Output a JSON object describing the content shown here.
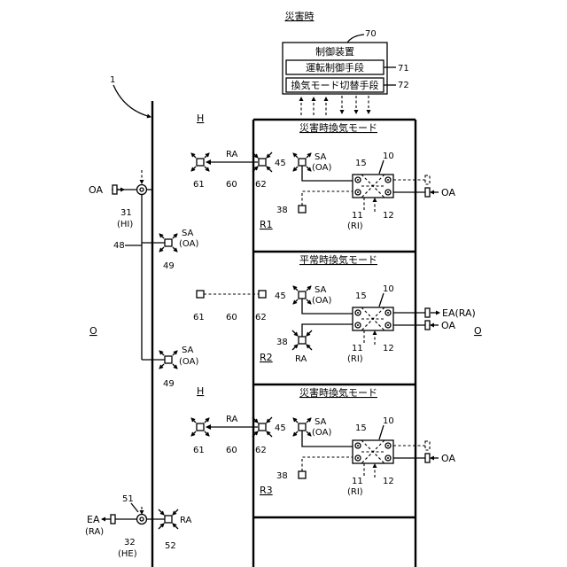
{
  "header": {
    "title": "災害時"
  },
  "control": {
    "title": "制御装置",
    "op_control": "運転制御手段",
    "vent_switch": "換気モード切替手段",
    "ref": "70",
    "ref_op": "71",
    "ref_vent": "72"
  },
  "labels": {
    "building": "1",
    "outdoor_left": "O",
    "outdoor_right": "O",
    "hallway_top": "H",
    "hallway_mid": "H",
    "oa_left": "OA",
    "intake_fan": "31",
    "intake_fan_sub": "(HI)",
    "duct_ref": "48",
    "sa_oa_1": "SA",
    "sa_oa_1_sub": "(OA)",
    "vent_49a": "49",
    "sa_oa_2": "SA",
    "sa_oa_2_sub": "(OA)",
    "vent_49b": "49",
    "ea_left": "EA",
    "ea_left_sub": "(RA)",
    "exhaust_fan": "32",
    "exhaust_fan_sub": "(HE)",
    "ref_51": "51",
    "ra_52": "RA",
    "ref_52": "52"
  },
  "rooms": [
    {
      "mode": "災害時換気モード",
      "name": "R1",
      "ra": "RA",
      "ref_61": "61",
      "ref_60": "60",
      "ref_62": "62",
      "ref_45": "45",
      "sa": "SA",
      "sa_sub": "(OA)",
      "ref_15": "15",
      "ref_10": "10",
      "ref_11": "11",
      "ref_11_sub": "(RI)",
      "ref_12": "12",
      "ref_38": "38",
      "oa_out": "OA"
    },
    {
      "mode": "平常時換気モード",
      "name": "R2",
      "ref_61": "61",
      "ref_60": "60",
      "ref_62": "62",
      "ref_45": "45",
      "sa": "SA",
      "sa_sub": "(OA)",
      "ref_15": "15",
      "ref_10": "10",
      "ref_11": "11",
      "ref_11_sub": "(RI)",
      "ref_12": "12",
      "ref_38": "38",
      "ra_38": "RA",
      "ea_out": "EA(RA)",
      "oa_out": "OA"
    },
    {
      "mode": "災害時換気モード",
      "name": "R3",
      "ra": "RA",
      "ref_61": "61",
      "ref_60": "60",
      "ref_62": "62",
      "ref_45": "45",
      "sa": "SA",
      "sa_sub": "(OA)",
      "ref_15": "15",
      "ref_10": "10",
      "ref_11": "11",
      "ref_11_sub": "(RI)",
      "ref_12": "12",
      "ref_38": "38",
      "oa_out": "OA"
    }
  ]
}
